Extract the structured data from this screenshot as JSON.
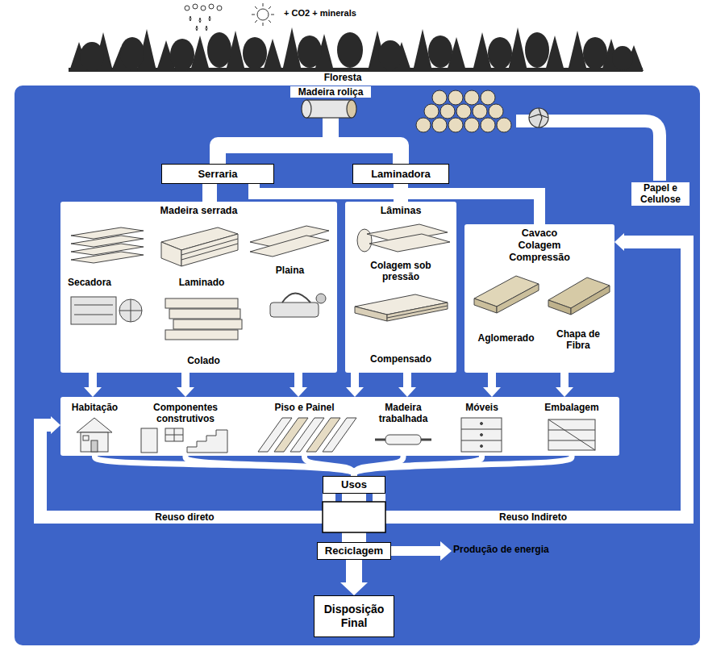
{
  "diagram": {
    "nodes": [
      {
        "text": [
          "Serraria"
        ]
      },
      {
        "text": [
          "Laminadora"
        ]
      },
      {
        "text": [
          "Madeira serrada"
        ]
      },
      {
        "text": [
          "Lâminas"
        ]
      },
      {
        "text": [
          "Cavaco Colagem Compressão"
        ]
      },
      {
        "text": [
          "Habitação"
        ]
      },
      {
        "text": [
          "Componentes construtivos"
        ]
      },
      {
        "text": [
          "Piso e Painel"
        ]
      },
      {
        "text": [
          "Madeira trabalhada"
        ]
      },
      {
        "text": [
          "Móveis"
        ]
      },
      {
        "text": [
          "Embalagem"
        ]
      },
      {
        "text": [
          "Usos"
        ]
      },
      {
        "text": [
          "Reciclagem"
        ]
      },
      {
        "text": [
          "Disposição Final"
        ]
      }
    ],
    "edges": [
      {
        "from": 0,
        "to": 2,
        "arrow": "none"
      },
      {
        "from": 1,
        "to": 3,
        "arrow": "none"
      },
      {
        "from": 0,
        "to": 4,
        "arrow": "none"
      },
      {
        "from": 2,
        "to": 5,
        "arrow": "to"
      },
      {
        "from": 2,
        "to": 6,
        "arrow": "to"
      },
      {
        "from": 2,
        "to": 7,
        "arrow": "to"
      },
      {
        "from": 3,
        "to": 7,
        "arrow": "to"
      },
      {
        "from": 3,
        "to": 8,
        "arrow": "to"
      },
      {
        "from": 4,
        "to": 9,
        "arrow": "to"
      },
      {
        "from": 4,
        "to": 10,
        "arrow": "to"
      },
      {
        "from": 5,
        "to": 11,
        "arrow": "none"
      },
      {
        "from": 6,
        "to": 11,
        "arrow": "none"
      },
      {
        "from": 7,
        "to": 11,
        "arrow": "none"
      },
      {
        "from": 8,
        "to": 11,
        "arrow": "none"
      },
      {
        "from": 9,
        "to": 11,
        "arrow": "none"
      },
      {
        "from": 10,
        "to": 11,
        "arrow": "none"
      },
      {
        "from": 11,
        "to": 12,
        "arrow": "none"
      },
      {
        "from": 11,
        "to": 5,
        "label": "Reuso direto",
        "arrow": "to"
      },
      {
        "from": 11,
        "to": 4,
        "label": "Reuso Indireto",
        "arrow": "to"
      },
      {
        "from": 12,
        "to": 13,
        "arrow": "to"
      }
    ],
    "labels": [
      "+ CO2 + minerals",
      "Floresta",
      "Madeira roliça",
      "Papel e Celulose",
      "Secadora",
      "Laminado",
      "Colado",
      "Plaina",
      "Colagem sob pressão",
      "Compensado",
      "Aglomerado",
      "Chapa de Fibra",
      "Produção de energia"
    ]
  }
}
